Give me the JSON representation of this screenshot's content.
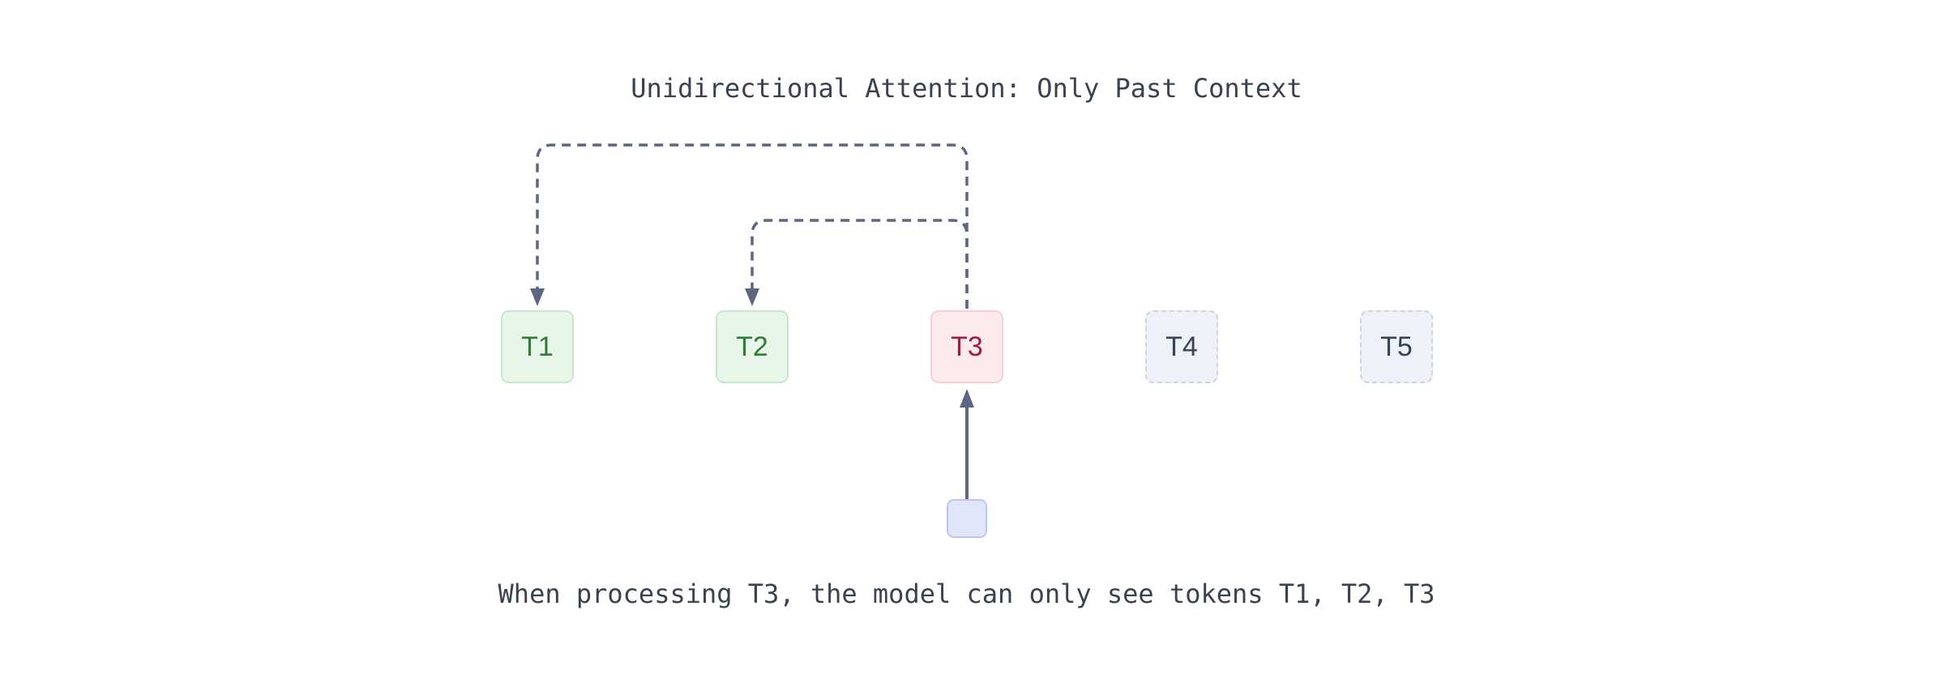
{
  "title": "Unidirectional Attention: Only Past Context",
  "caption": "When processing T3, the model can only see tokens T1, T2, T3",
  "tokens": [
    {
      "label": "T1",
      "state": "past-visible"
    },
    {
      "label": "T2",
      "state": "past-visible"
    },
    {
      "label": "T3",
      "state": "current"
    },
    {
      "label": "T4",
      "state": "future-masked"
    },
    {
      "label": "T5",
      "state": "future-masked"
    }
  ],
  "arrows": [
    {
      "from": "T3",
      "to": "T1",
      "style": "dashed"
    },
    {
      "from": "T3",
      "to": "T2",
      "style": "dashed"
    },
    {
      "from": "query-box",
      "to": "T3",
      "style": "solid"
    }
  ],
  "colors": {
    "background": "#ffffff",
    "text": "#3a4252",
    "arrow": "#5d6780",
    "past_fill": "#e8f5e9",
    "past_border": "#c8e6c9",
    "past_text": "#2e7d32",
    "current_fill": "#fdeaed",
    "current_border": "#f7cdd6",
    "current_text": "#9e1c40",
    "future_fill": "#eef1f8",
    "future_border": "#ccd4e6",
    "future_text": "#3a4254",
    "query_fill": "#e3e6fb",
    "query_border": "#bcc4f0"
  }
}
